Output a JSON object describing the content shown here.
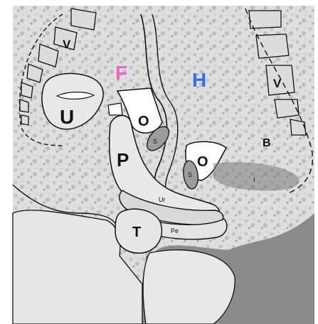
{
  "labels": {
    "F": "F",
    "H": "H",
    "U": "U",
    "V_left": "V",
    "V_right": "V",
    "O_left": "O",
    "O_right": "O",
    "S_left": "S",
    "S_right": "S",
    "P": "P",
    "T": "T",
    "B": "B",
    "I": "I",
    "Ur": "Ur",
    "Pe": "Pe"
  },
  "colors": {
    "F": "#e868c8",
    "H": "#2f6ff0",
    "background_gray": "#8c8c8c",
    "tissue_light": "#ececec",
    "outline": "#111111"
  }
}
